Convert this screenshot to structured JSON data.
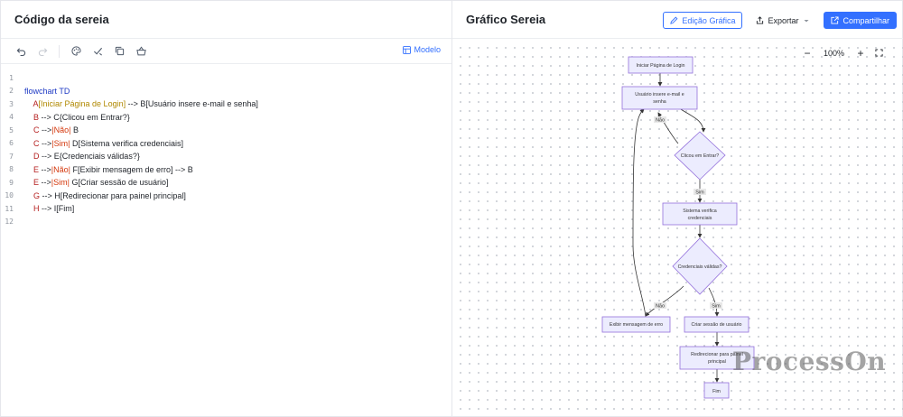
{
  "left": {
    "title": "Código da sereia",
    "model_label": "Modelo",
    "lines": [
      {
        "n": "1",
        "parts": []
      },
      {
        "n": "2",
        "parts": [
          {
            "t": "flowchart TD",
            "c": "kw"
          }
        ]
      },
      {
        "n": "3",
        "parts": [
          {
            "t": "    A",
            "c": "node"
          },
          {
            "t": "[Iniciar Página de Login]",
            "c": "shape"
          },
          {
            "t": " --> B[Usuário insere e-mail e senha]",
            "c": ""
          }
        ]
      },
      {
        "n": "4",
        "parts": [
          {
            "t": "    B",
            "c": "node"
          },
          {
            "t": " --> C{Clicou em Entrar?}",
            "c": ""
          }
        ]
      },
      {
        "n": "5",
        "parts": [
          {
            "t": "    C",
            "c": "node"
          },
          {
            "t": " -->",
            "c": ""
          },
          {
            "t": "|Não|",
            "c": "lbl"
          },
          {
            "t": " B",
            "c": ""
          }
        ]
      },
      {
        "n": "6",
        "parts": [
          {
            "t": "    C",
            "c": "node"
          },
          {
            "t": " -->",
            "c": ""
          },
          {
            "t": "|Sim|",
            "c": "lbl"
          },
          {
            "t": " D[Sistema verifica credenciais]",
            "c": ""
          }
        ]
      },
      {
        "n": "7",
        "parts": [
          {
            "t": "    D",
            "c": "node"
          },
          {
            "t": " --> E{Credenciais válidas?}",
            "c": ""
          }
        ]
      },
      {
        "n": "8",
        "parts": [
          {
            "t": "    E",
            "c": "node"
          },
          {
            "t": " -->",
            "c": ""
          },
          {
            "t": "|Não|",
            "c": "lbl"
          },
          {
            "t": " F[Exibir mensagem de erro] --> B",
            "c": ""
          }
        ]
      },
      {
        "n": "9",
        "parts": [
          {
            "t": "    E",
            "c": "node"
          },
          {
            "t": " -->",
            "c": ""
          },
          {
            "t": "|Sim|",
            "c": "lbl"
          },
          {
            "t": " G[Criar sessão de usuário]",
            "c": ""
          }
        ]
      },
      {
        "n": "10",
        "parts": [
          {
            "t": "    G",
            "c": "node"
          },
          {
            "t": " --> H[Redirecionar para painel principal]",
            "c": ""
          }
        ]
      },
      {
        "n": "11",
        "parts": [
          {
            "t": "    H",
            "c": "node"
          },
          {
            "t": " --> I[Fim]",
            "c": ""
          }
        ]
      },
      {
        "n": "12",
        "parts": []
      }
    ]
  },
  "right": {
    "title": "Gráfico Sereia",
    "edit_label": "Edição Gráfica",
    "export_label": "Exportar",
    "share_label": "Compartilhar",
    "zoom_level": "100%",
    "zoom_out": "−",
    "zoom_in": "+",
    "watermark": "ProcessOn"
  },
  "diagram": {
    "nodes": {
      "A": "Iniciar Página de Login",
      "B": [
        "Usuário insere e-mail e",
        "senha"
      ],
      "C": "Clicou em Entrar?",
      "D": [
        "Sistema verifica",
        "credenciais"
      ],
      "E": "Credenciais válidas?",
      "F": "Exibir mensagem de erro",
      "G": "Criar sessão de usuário",
      "H": [
        "Redirecionar para painel",
        "principal"
      ],
      "I": "Fim"
    },
    "edge_labels": {
      "c_no": "Não",
      "c_yes": "Sim",
      "e_no": "Não",
      "e_yes": "Sim"
    }
  },
  "colors": {
    "accent": "#3370ff",
    "node_fill": "#ececfe",
    "node_stroke": "#9370db"
  }
}
